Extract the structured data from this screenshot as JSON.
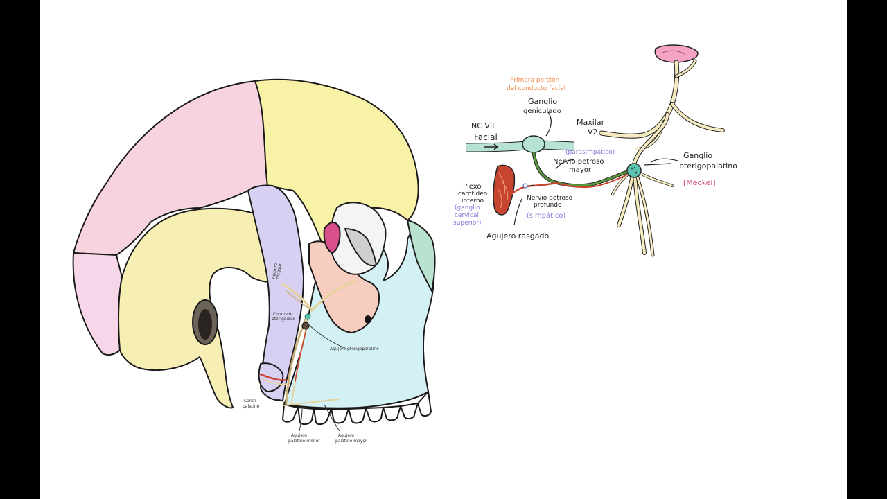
{
  "colors": {
    "parietal": "#f7d3df",
    "frontal": "#f8f2a6",
    "temporal": "#f7eeb4",
    "occipital": "#f7d6ea",
    "sphenoid": "#d8d0f3",
    "maxilla": "#d3f0f4",
    "zygomatic": "#f6cdbf",
    "nasal": "#b9e3d0",
    "orbit": "#f7f7f7",
    "lacrimal": "#d94f8c",
    "nerve": "#e6d39a",
    "ganglion": "#5ec2b0",
    "artery": "#c7452e",
    "labelOrange": "#f08a4b",
    "labelBlue": "#8a7ad8",
    "labelPink": "#d6507a"
  },
  "skull_labels": {
    "canal": "Canal",
    "palatino": "palatino",
    "agujero_pterigopalatino": "Agujero pterigopalatino",
    "agujero_menor_1": "Agujero",
    "agujero_menor_2": "palatino menor",
    "agujero_mayor_1": "Agujero",
    "agujero_mayor_2": "palatino mayor",
    "fossa_1": "Agujero",
    "fossa_2": "rasgado",
    "small_1": "Conducto",
    "small_2": "pterigoideo"
  },
  "nerve_labels": {
    "primera_1": "Primera porción",
    "primera_2": "del conducto facial",
    "ganglio_geniculado_1": "Ganglio",
    "ganglio_geniculado_2": "geniculado",
    "nc_vii": "NC VII",
    "facial": "Facial",
    "maxilar": "Maxilar",
    "v2": "V2",
    "parasimpatico": "(parasimpático)",
    "nervio_petroso_mayor_1": "Nervio petroso",
    "nervio_petroso_mayor_2": "mayor",
    "ganglio_ptg_1": "Ganglio",
    "ganglio_ptg_2": "pterigopalatino",
    "meckel": "[Meckel]",
    "plexo_1": "Plexo",
    "plexo_2": "carotídeo",
    "plexo_3": "interno",
    "ganglio_cervical_1": "(ganglio",
    "ganglio_cervical_2": "cervical",
    "ganglio_cervical_3": "superior)",
    "nervio_petroso_profundo_1": "Nervio petroso",
    "nervio_petroso_profundo_2": "profundo",
    "simpatico": "(simpático)",
    "agujero_rasgado": "Agujero rasgado"
  }
}
